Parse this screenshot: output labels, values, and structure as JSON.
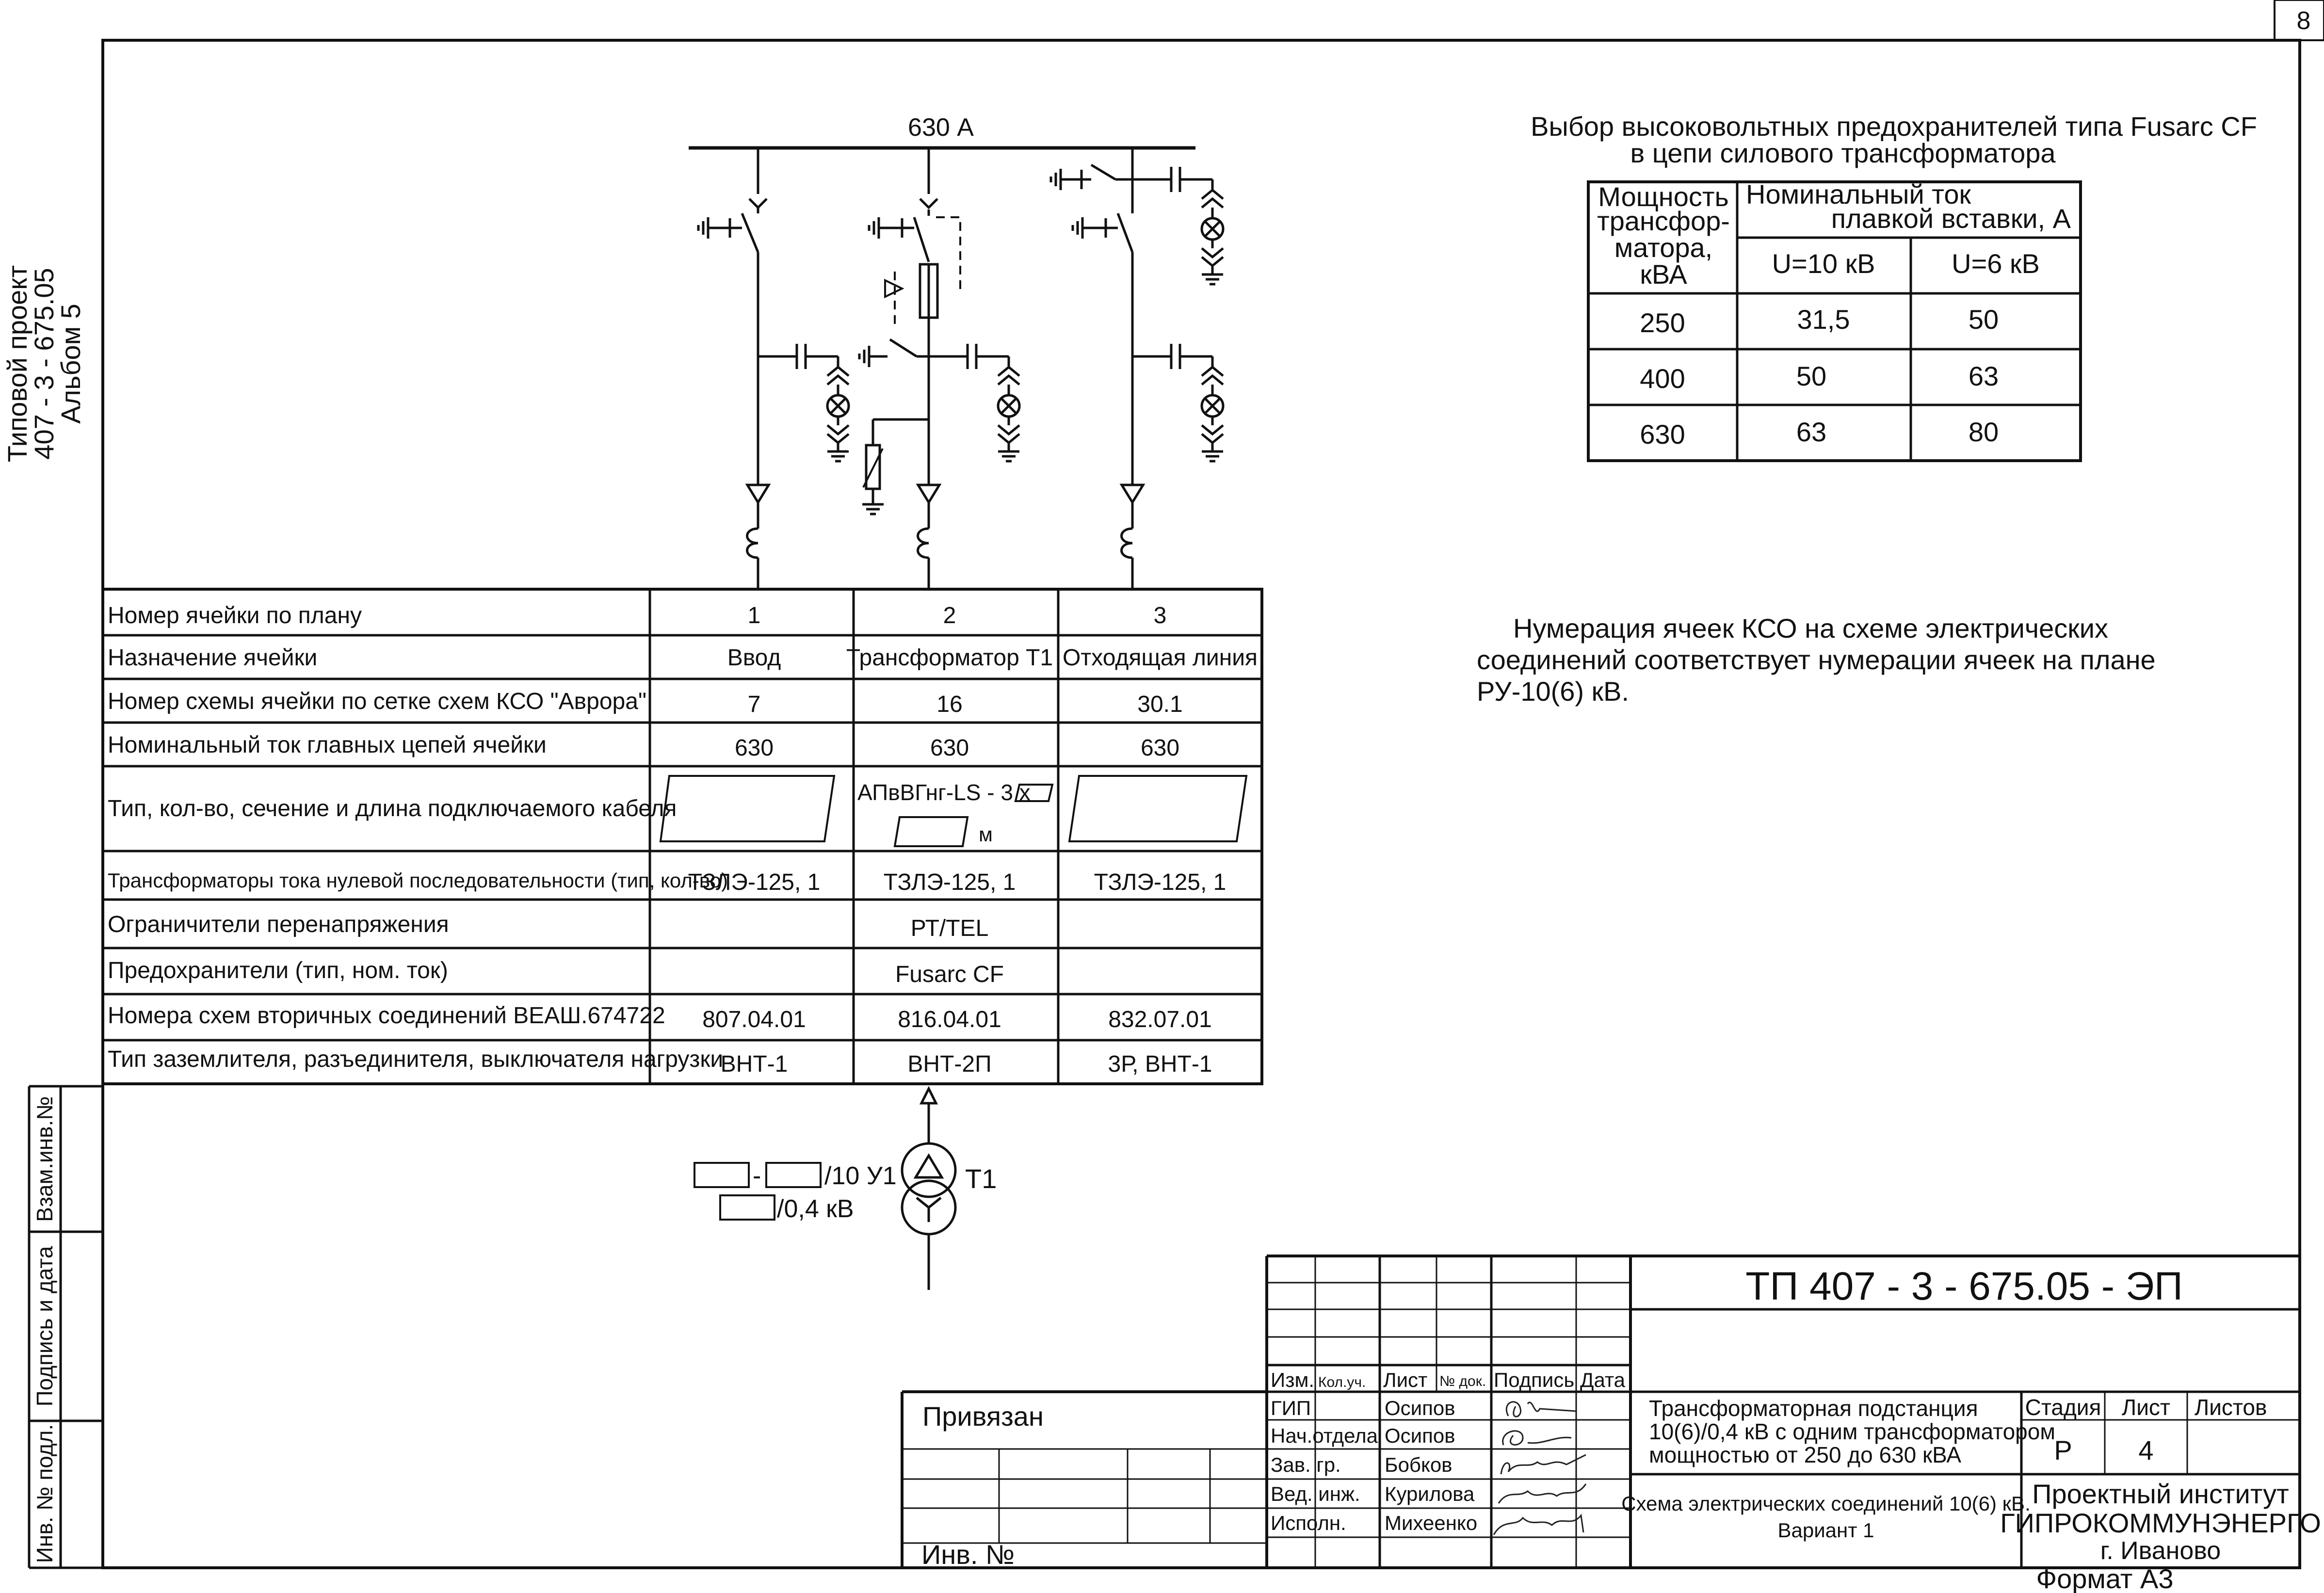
{
  "sheet_number": "8",
  "side_project": {
    "line1": "Типовой проект",
    "line2": "407 - 3 - 675.05",
    "line3": "Альбом 5"
  },
  "side_stamps": [
    "Взам.инв.№",
    "Подпись и дата",
    "Инв. № подл."
  ],
  "busbar_label": "630 А",
  "cells_table": {
    "rows": [
      {
        "label": "Номер ячейки по плану",
        "c1": "1",
        "c2": "2",
        "c3": "3"
      },
      {
        "label": "Назначение ячейки",
        "c1": "Ввод",
        "c2": "Трансформатор Т1",
        "c3": "Отходящая линия"
      },
      {
        "label": "Номер схемы ячейки по сетке схем КСО \"Аврора\"",
        "c1": "7",
        "c2": "16",
        "c3": "30.1"
      },
      {
        "label": "Номинальный ток главных цепей ячейки",
        "c1": "630",
        "c2": "630",
        "c3": "630"
      },
      {
        "label": "Тип, кол-во, сечение и длина подключаемого кабеля",
        "c1": "",
        "c2": "",
        "c3": ""
      },
      {
        "label": "Трансформаторы тока нулевой последовательности (тип, кол-во)",
        "c1": "ТЗЛЭ-125, 1",
        "c2": "ТЗЛЭ-125, 1",
        "c3": "ТЗЛЭ-125, 1"
      },
      {
        "label": "Ограничители перенапряжения",
        "c1": "",
        "c2": "РТ/TEL",
        "c3": ""
      },
      {
        "label": "Предохранители (тип, ном. ток)",
        "c1": "",
        "c2": "Fusarc CF",
        "c3": ""
      },
      {
        "label": "Номера схем вторичных соединений ВЕАШ.674722",
        "c1": "807.04.01",
        "c2": "816.04.01",
        "c3": "832.07.01"
      },
      {
        "label": "Тип заземлителя, разъединителя, выключателя нагрузки",
        "c1": "ВНТ-1",
        "c2": "ВНТ-2П",
        "c3": "3Р, ВНТ-1"
      }
    ],
    "cable_prefix": "АПвВГнг-LS - 3 х",
    "cable_unit": "м"
  },
  "transformer": {
    "name": "Т1",
    "hv_suffix": "/10 У1",
    "lv_suffix": "/0,4 кВ",
    "dash": "-"
  },
  "fuse_table": {
    "title1": "Выбор высоковольтных предохранителей типа Fusarc CF",
    "title2": "в цепи силового трансформатора",
    "head_power": [
      "Мощность",
      "трансфор-",
      "матора,",
      "кВА"
    ],
    "head_current1": "Номинальный ток",
    "head_current2": "плавкой вставки, А",
    "head_u10": "U=10 кВ",
    "head_u6": "U=6 кВ",
    "rows": [
      {
        "power": "250",
        "u10": "31,5",
        "u6": "50"
      },
      {
        "power": "400",
        "u10": "50",
        "u6": "63"
      },
      {
        "power": "630",
        "u10": "63",
        "u6": "80"
      }
    ]
  },
  "note": [
    "Нумерация ячеек КСО на схеме электрических",
    "соединений соответствует нумерации ячеек на плане",
    "РУ-10(6) кВ."
  ],
  "title_block": {
    "doc_code": "ТП 407 - 3 - 675.05 - ЭП",
    "bound_label": "Привязан",
    "inv_label": "Инв. №",
    "header": [
      "Изм.",
      "Кол.уч.",
      "Лист",
      "№ док.",
      "Подпись",
      "Дата"
    ],
    "people": [
      {
        "role": "ГИП",
        "name": "Осипов"
      },
      {
        "role": "Нач.отдела",
        "name": "Осипов"
      },
      {
        "role": "Зав. гр.",
        "name": "Бобков"
      },
      {
        "role": "Вед. инж.",
        "name": "Курилова"
      },
      {
        "role": "Исполн.",
        "name": "Михеенко"
      }
    ],
    "object_name": [
      "Трансформаторная подстанция",
      "10(6)/0,4 кВ с одним трансформатором",
      "мощностью от 250 до 630 кВА"
    ],
    "drawing_name": [
      "Схема электрических соединений 10(6) кВ.",
      "Вариант 1"
    ],
    "stage_label": "Стадия",
    "sheet_label": "Лист",
    "sheets_label": "Листов",
    "stage": "Р",
    "sheet": "4",
    "org": [
      "Проектный институт",
      "ГИПРОКОММУНЭНЕРГО",
      "г. Иваново"
    ],
    "format": "Формат А3"
  }
}
